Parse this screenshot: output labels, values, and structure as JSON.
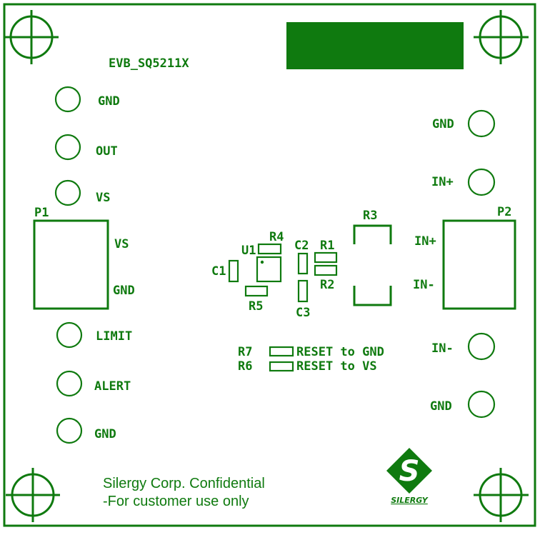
{
  "board": {
    "title": "EVB_SQ5211X",
    "confidential_line1": "Silergy Corp. Confidential",
    "confidential_line2": "-For customer use only",
    "logo_text": "SILERGY",
    "silk_color": "#0f7a0f",
    "pad_fill_color": "#0f7a0f"
  },
  "left_pins": {
    "top": [
      "GND",
      "OUT",
      "VS"
    ],
    "bottom": [
      "LIMIT",
      "ALERT",
      "GND"
    ]
  },
  "right_pins": {
    "top": [
      "GND",
      "IN+"
    ],
    "bottom": [
      "IN-",
      "GND"
    ]
  },
  "connectors": {
    "p1": {
      "ref": "P1",
      "pins": [
        "VS",
        "GND"
      ]
    },
    "p2": {
      "ref": "P2",
      "pins": [
        "IN+",
        "IN-"
      ]
    }
  },
  "components": {
    "u1": "U1",
    "r1": "R1",
    "r2": "R2",
    "r3": "R3",
    "r4": "R4",
    "r5": "R5",
    "r6": "R6",
    "r7": "R7",
    "c1": "C1",
    "c2": "C2",
    "c3": "C3"
  },
  "jumpers": {
    "r7_label": "RESET to GND",
    "r6_label": "RESET to VS"
  }
}
